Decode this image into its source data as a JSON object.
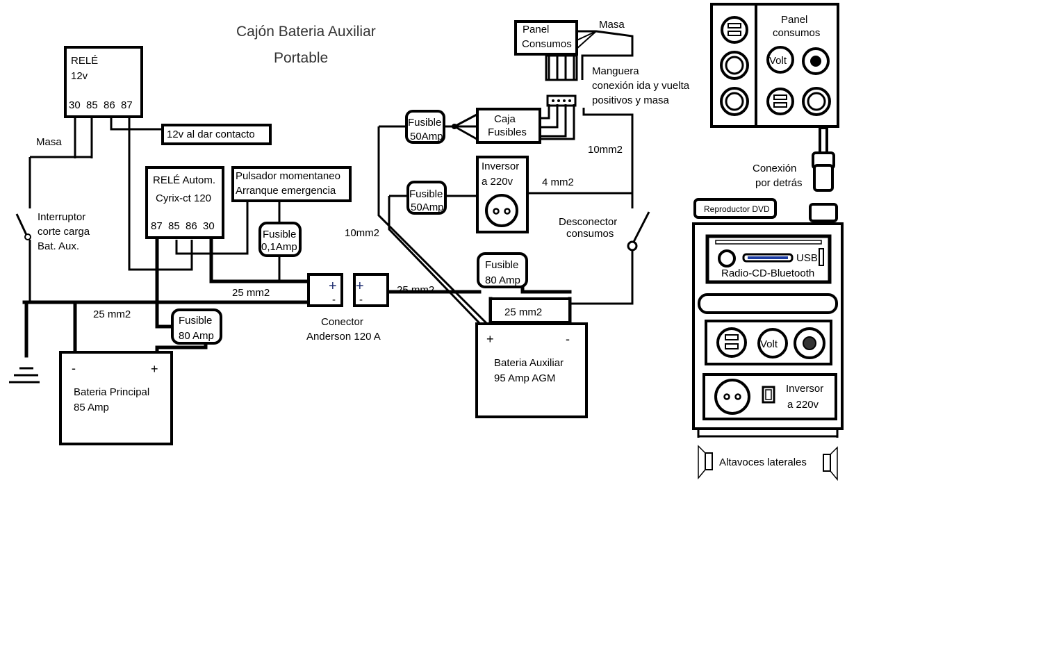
{
  "title": {
    "line1": "Cajón Bateria Auxiliar",
    "line2": "Portable"
  },
  "rele12": {
    "line1": "RELÉ",
    "line2": "12v",
    "pins": "30  85  86  87"
  },
  "contacto_label": "12v al dar contacto",
  "masa_left": "Masa",
  "interruptor": {
    "line1": "Interruptor",
    "line2": "corte carga",
    "line3": "Bat. Aux."
  },
  "rele_auto": {
    "line1": "RELÉ Autom.",
    "line2": "Cyrix-ct 120",
    "pins": "87  85  86  30"
  },
  "pulsador": {
    "line1": "Pulsador momentaneo",
    "line2": "Arranque emergencia"
  },
  "fusible_01": {
    "line1": "Fusible",
    "line2": "0,1Amp"
  },
  "wire_25_left": "25 mm2",
  "wire_25_mid": "25 mm2",
  "wire_25_right": "25 mm2",
  "wire_25_bat": "25 mm2",
  "fusible_80_left": {
    "line1": "Fusible",
    "line2": "80 Amp"
  },
  "bat_principal": {
    "minus": "-",
    "plus": "+",
    "line1": "Bateria Principal",
    "line2": "85 Amp"
  },
  "anderson": {
    "line1": "Conector",
    "line2": "Anderson 120 A",
    "plus": "+",
    "minus": "-"
  },
  "fusible_80_right": {
    "line1": "Fusible",
    "line2": "80 Amp"
  },
  "bat_aux": {
    "plus": "+",
    "minus": "-",
    "line1": "Bateria Auxiliar",
    "line2": "95 Amp AGM"
  },
  "fusible_50_top": {
    "line1": "Fusible",
    "line2": "50Amp"
  },
  "fusible_50_mid": {
    "line1": "Fusible",
    "line2": "50Amp"
  },
  "caja_fusibles": {
    "line1": "Caja",
    "line2": "Fusibles"
  },
  "inversor": {
    "line1": "Inversor",
    "line2": "a 220v"
  },
  "wire_4": "4 mm2",
  "wire_10_left": "10mm2",
  "wire_10_right": "10mm2",
  "panel_consumos_box": {
    "line1": "Panel",
    "line2": "Consumos"
  },
  "masa_top": "Masa",
  "manguera": {
    "line1": "Manguera",
    "line2": "conexión ida y vuelta",
    "line3": "positivos y masa"
  },
  "desconector": {
    "line1": "Desconector",
    "line2": "consumos"
  },
  "panel_right": {
    "line1": "Panel",
    "line2": "consumos",
    "volt": "Volt"
  },
  "conexion": {
    "line1": "Conexión",
    "line2": "por detrás"
  },
  "dvd": "Reproductor DVD",
  "radio": {
    "usb": "USB",
    "label": "Radio-CD-Bluetooth"
  },
  "volt_front": "Volt",
  "inversor_front": {
    "line1": "Inversor",
    "line2": "a 220v"
  },
  "altavoces": "Altavoces laterales"
}
